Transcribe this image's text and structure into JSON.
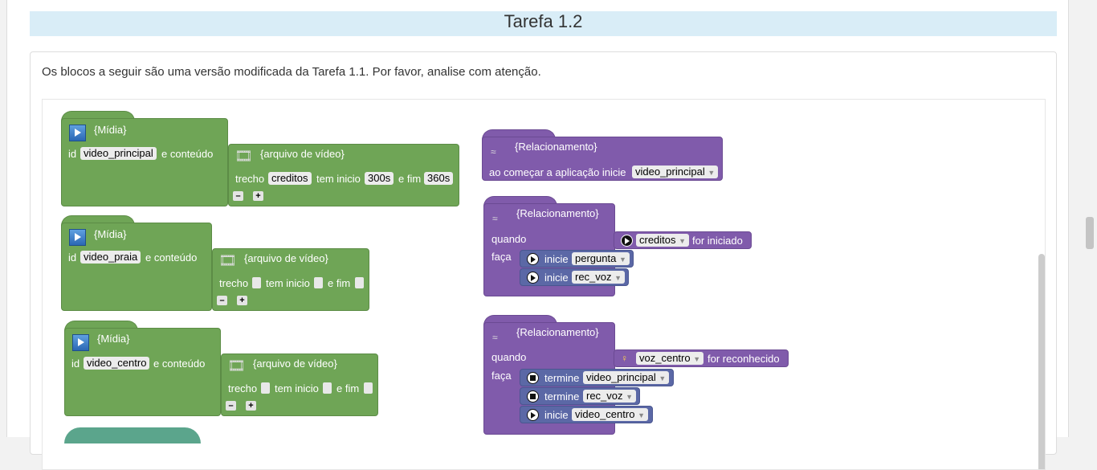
{
  "title": "Tarefa 1.2",
  "description": "Os blocos a seguir são uma versão modificada da Tarefa 1.1. Por favor, analise com atenção.",
  "labels": {
    "midia": "{Mídia}",
    "arquivo": "{arquivo de vídeo}",
    "relacionamento": "{Relacionamento}",
    "id": "id",
    "e_conteudo": "e conteúdo",
    "trecho": "trecho",
    "tem_inicio": "tem inicio",
    "e_fim": "e fim",
    "quando": "quando",
    "faca": "faça",
    "inicie": "inicie",
    "termine": "termine",
    "for_iniciado": "for iniciado",
    "for_reconhecido": "for reconhecido",
    "ao_comecar": "ao começar a aplicação inicie",
    "minus": "–",
    "plus": "+"
  },
  "media_blocks": [
    {
      "id": "video_principal",
      "trecho": "creditos",
      "inicio": "300s",
      "fim": "360s"
    },
    {
      "id": "video_praia",
      "trecho": "",
      "inicio": "",
      "fim": ""
    },
    {
      "id": "video_centro",
      "trecho": "",
      "inicio": "",
      "fim": ""
    }
  ],
  "rel_blocks": [
    {
      "start": "video_principal"
    },
    {
      "trigger": "creditos",
      "actions": [
        {
          "verb": "inicie",
          "target": "pergunta"
        },
        {
          "verb": "inicie",
          "target": "rec_voz"
        }
      ]
    },
    {
      "trigger": "voz_centro",
      "actions": [
        {
          "verb": "termine",
          "target": "video_principal"
        },
        {
          "verb": "termine",
          "target": "rec_voz"
        },
        {
          "verb": "inicie",
          "target": "video_centro"
        }
      ]
    }
  ],
  "icons": [
    "play-icon",
    "film-reel-icon",
    "relationship-icon",
    "voice-icon",
    "stop-icon",
    "dropdown-arrow-icon"
  ],
  "colors": {
    "media": "#6fa556",
    "relationship": "#805bab",
    "command": "#5b68a6",
    "title_bg": "#d9edf7"
  }
}
